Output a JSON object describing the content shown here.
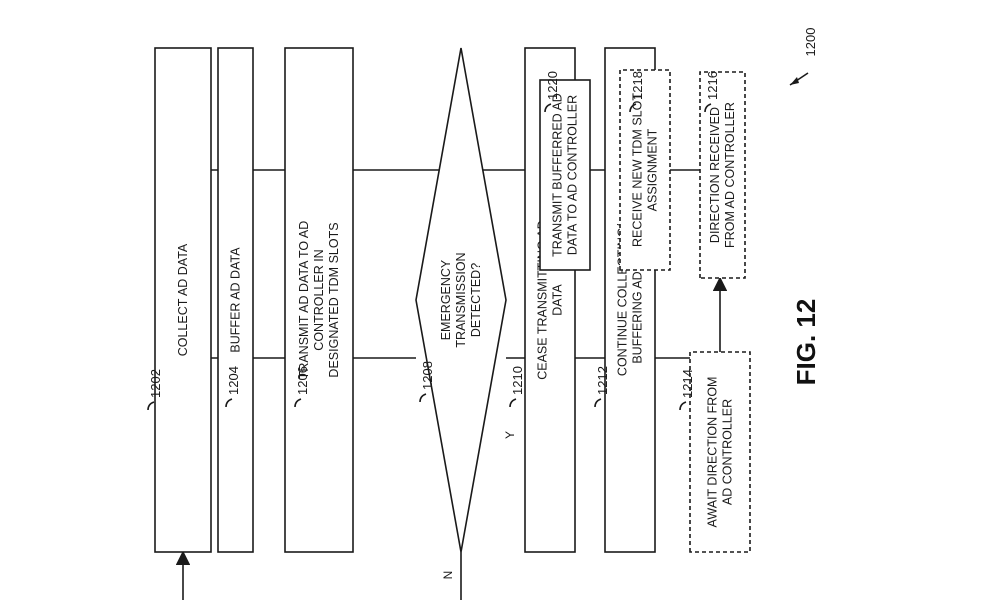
{
  "figure": {
    "label": "FIG. 12",
    "ref": "1200"
  },
  "nodes": [
    {
      "id": "1202",
      "ref": "1202",
      "lines": [
        "COLLECT AD DATA"
      ],
      "style": "solid"
    },
    {
      "id": "1204",
      "ref": "1204",
      "lines": [
        "BUFFER AD DATA"
      ],
      "style": "solid"
    },
    {
      "id": "1206",
      "ref": "1206",
      "lines": [
        "TRANSMIT AD DATA TO AD",
        "CONTROLLER IN",
        "DESIGNATED TDM SLOTS"
      ],
      "style": "solid"
    },
    {
      "id": "1208",
      "ref": "1208",
      "lines": [
        "EMERGENCY",
        "TRANSMISSION",
        "DETECTED?"
      ],
      "style": "decision"
    },
    {
      "id": "1210",
      "ref": "1210",
      "lines": [
        "CEASE TRANSMITTING AD",
        "DATA"
      ],
      "style": "solid"
    },
    {
      "id": "1212",
      "ref": "1212",
      "lines": [
        "CONTINUE COLLECTING/",
        "BUFFERING AD DATA"
      ],
      "style": "solid"
    },
    {
      "id": "1214",
      "ref": "1214",
      "lines": [
        "AWAIT DIRECTION FROM",
        "AD CONTROLLER"
      ],
      "style": "dashed"
    },
    {
      "id": "1216",
      "ref": "1216",
      "lines": [
        "DIRECTION RECEIVED",
        "FROM AD CONTROLLER"
      ],
      "style": "dashed"
    },
    {
      "id": "1218",
      "ref": "1218",
      "lines": [
        "RECEIVE NEW TDM SLOT",
        "ASSIGNMENT"
      ],
      "style": "dashed"
    },
    {
      "id": "1220",
      "ref": "1220",
      "lines": [
        "TRANSMIT BUFFERRED AD",
        "DATA TO AD CONTROLLER"
      ],
      "style": "solid"
    }
  ],
  "branches": {
    "yes": "Y",
    "no": "N"
  }
}
